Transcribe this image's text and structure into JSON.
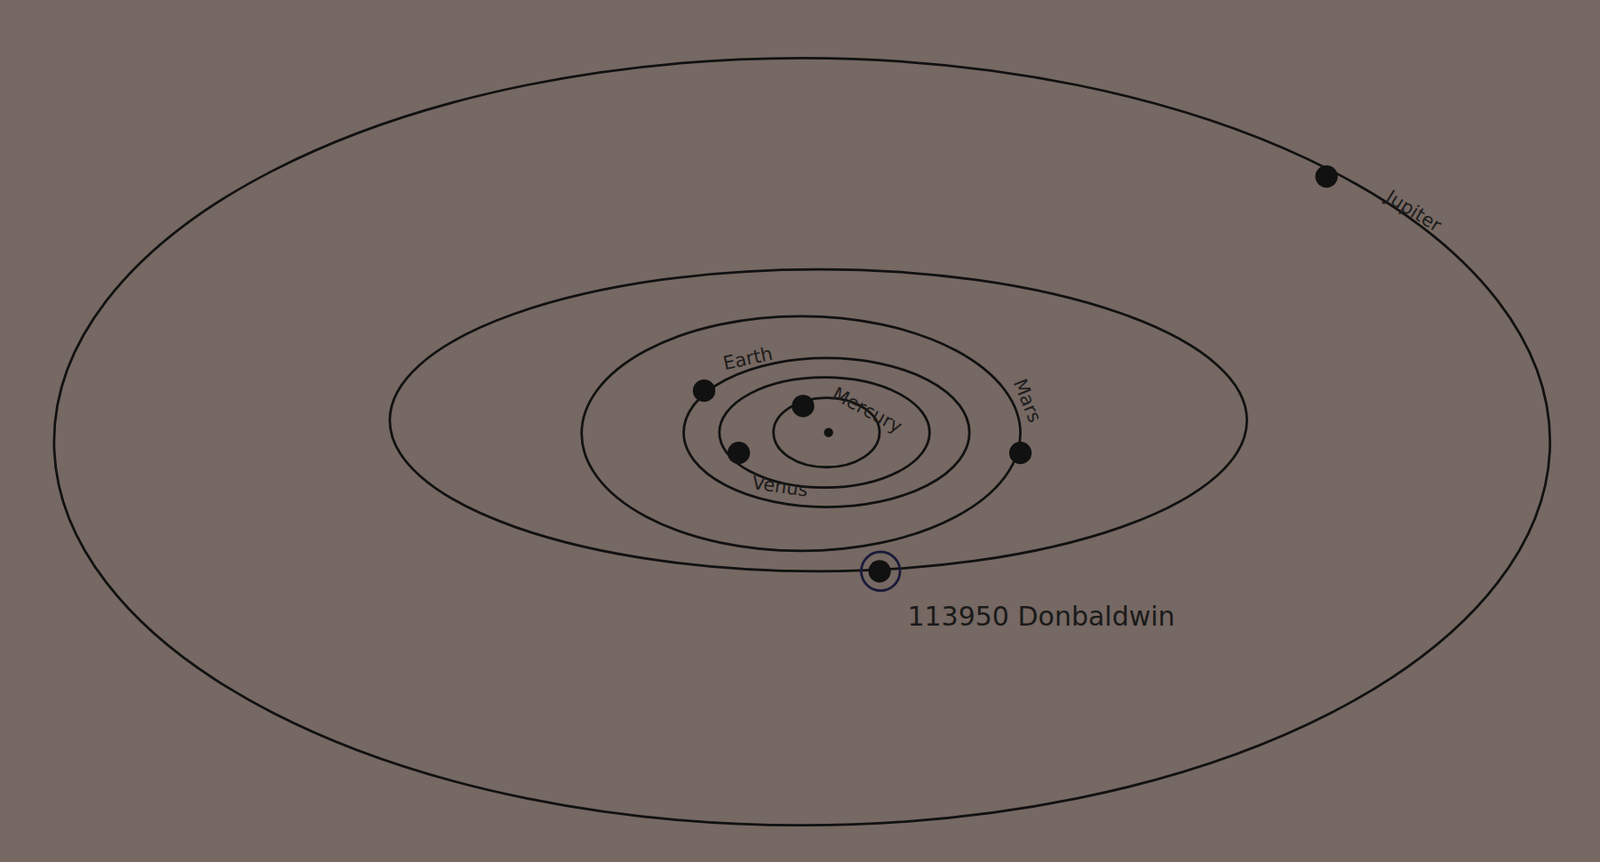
{
  "diagram": {
    "labels": [
      "Jupiter",
      "Earth",
      "Mercury",
      "Mars",
      "Venus",
      "113950 Donbaldwin"
    ]
  }
}
